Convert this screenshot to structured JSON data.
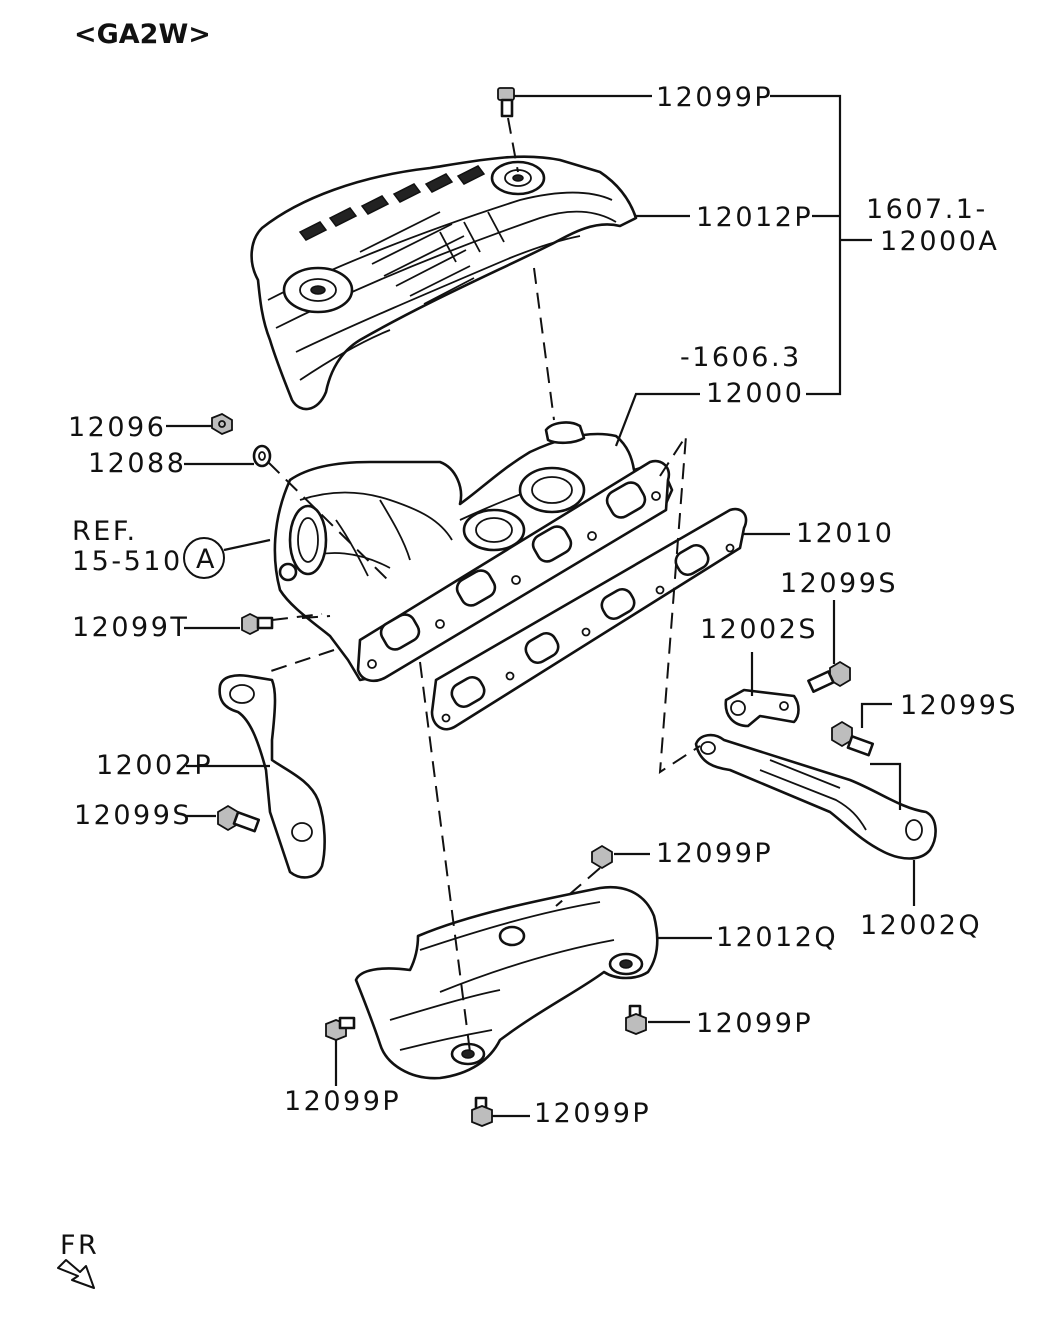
{
  "header": {
    "title": "<GA2W>"
  },
  "labels": {
    "l12099p_top": "12099P",
    "l12012p": "12012P",
    "lrange1": "1607.1-",
    "l12000a": "12000A",
    "lrange2": "-1606.3",
    "l12000": "12000",
    "l12096": "12096",
    "l12088": "12088",
    "lref1": "REF.",
    "lref2": "15-510",
    "lrefcircle": "A",
    "l12010": "12010",
    "l12099s_a": "12099S",
    "l12002s": "12002S",
    "l12099s_b": "12099S",
    "l12099t": "12099T",
    "l12002p": "12002P",
    "l12099s_c": "12099S",
    "l12099p_mid": "12099P",
    "l12012q": "12012Q",
    "l12002q": "12002Q",
    "l12099p_r": "12099P",
    "l12099p_l": "12099P",
    "l12099p_b": "12099P"
  },
  "footer": {
    "direction_label": "FR",
    "direction_icon": "arrow-fr-icon"
  }
}
